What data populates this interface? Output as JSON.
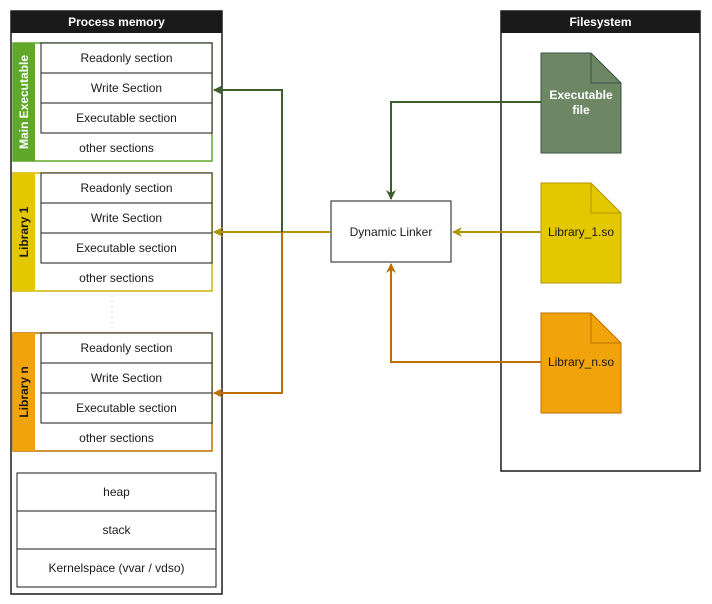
{
  "process_memory": {
    "title": "Process memory",
    "groups": [
      {
        "id": "main",
        "label": "Main Executable",
        "color": "#5FA829",
        "sections": [
          "Readonly section",
          "Write Section",
          "Executable section",
          "other sections"
        ]
      },
      {
        "id": "lib1",
        "label": "Library 1",
        "color": "#E3C800",
        "sections": [
          "Readonly section",
          "Write Section",
          "Executable section",
          "other sections"
        ]
      },
      {
        "id": "libn",
        "label": "Library n",
        "color": "#F0A30A",
        "sections": [
          "Readonly section",
          "Write Section",
          "Executable section",
          "other sections"
        ]
      }
    ],
    "bottom_sections": [
      "heap",
      "stack",
      "Kernelspace (vvar / vdso)"
    ]
  },
  "filesystem": {
    "title": "Filesystem",
    "files": [
      {
        "id": "exe",
        "label": "Executable file",
        "line1": "Executable",
        "line2": "file",
        "color": "#6D8764",
        "text_color": "#ffffff"
      },
      {
        "id": "lib1",
        "label": "Library_1.so",
        "color": "#E3C800",
        "text_color": "#1a1a1a"
      },
      {
        "id": "libn",
        "label": "Library_n.so",
        "color": "#F0A30A",
        "text_color": "#1a1a1a"
      }
    ]
  },
  "linker": {
    "label": "Dynamic Linker"
  },
  "colors": {
    "header_bg": "#1a1a1a",
    "arrow_main": "#3A5F2B",
    "arrow_lib1": "#B09500",
    "arrow_libn": "#BD7000"
  }
}
